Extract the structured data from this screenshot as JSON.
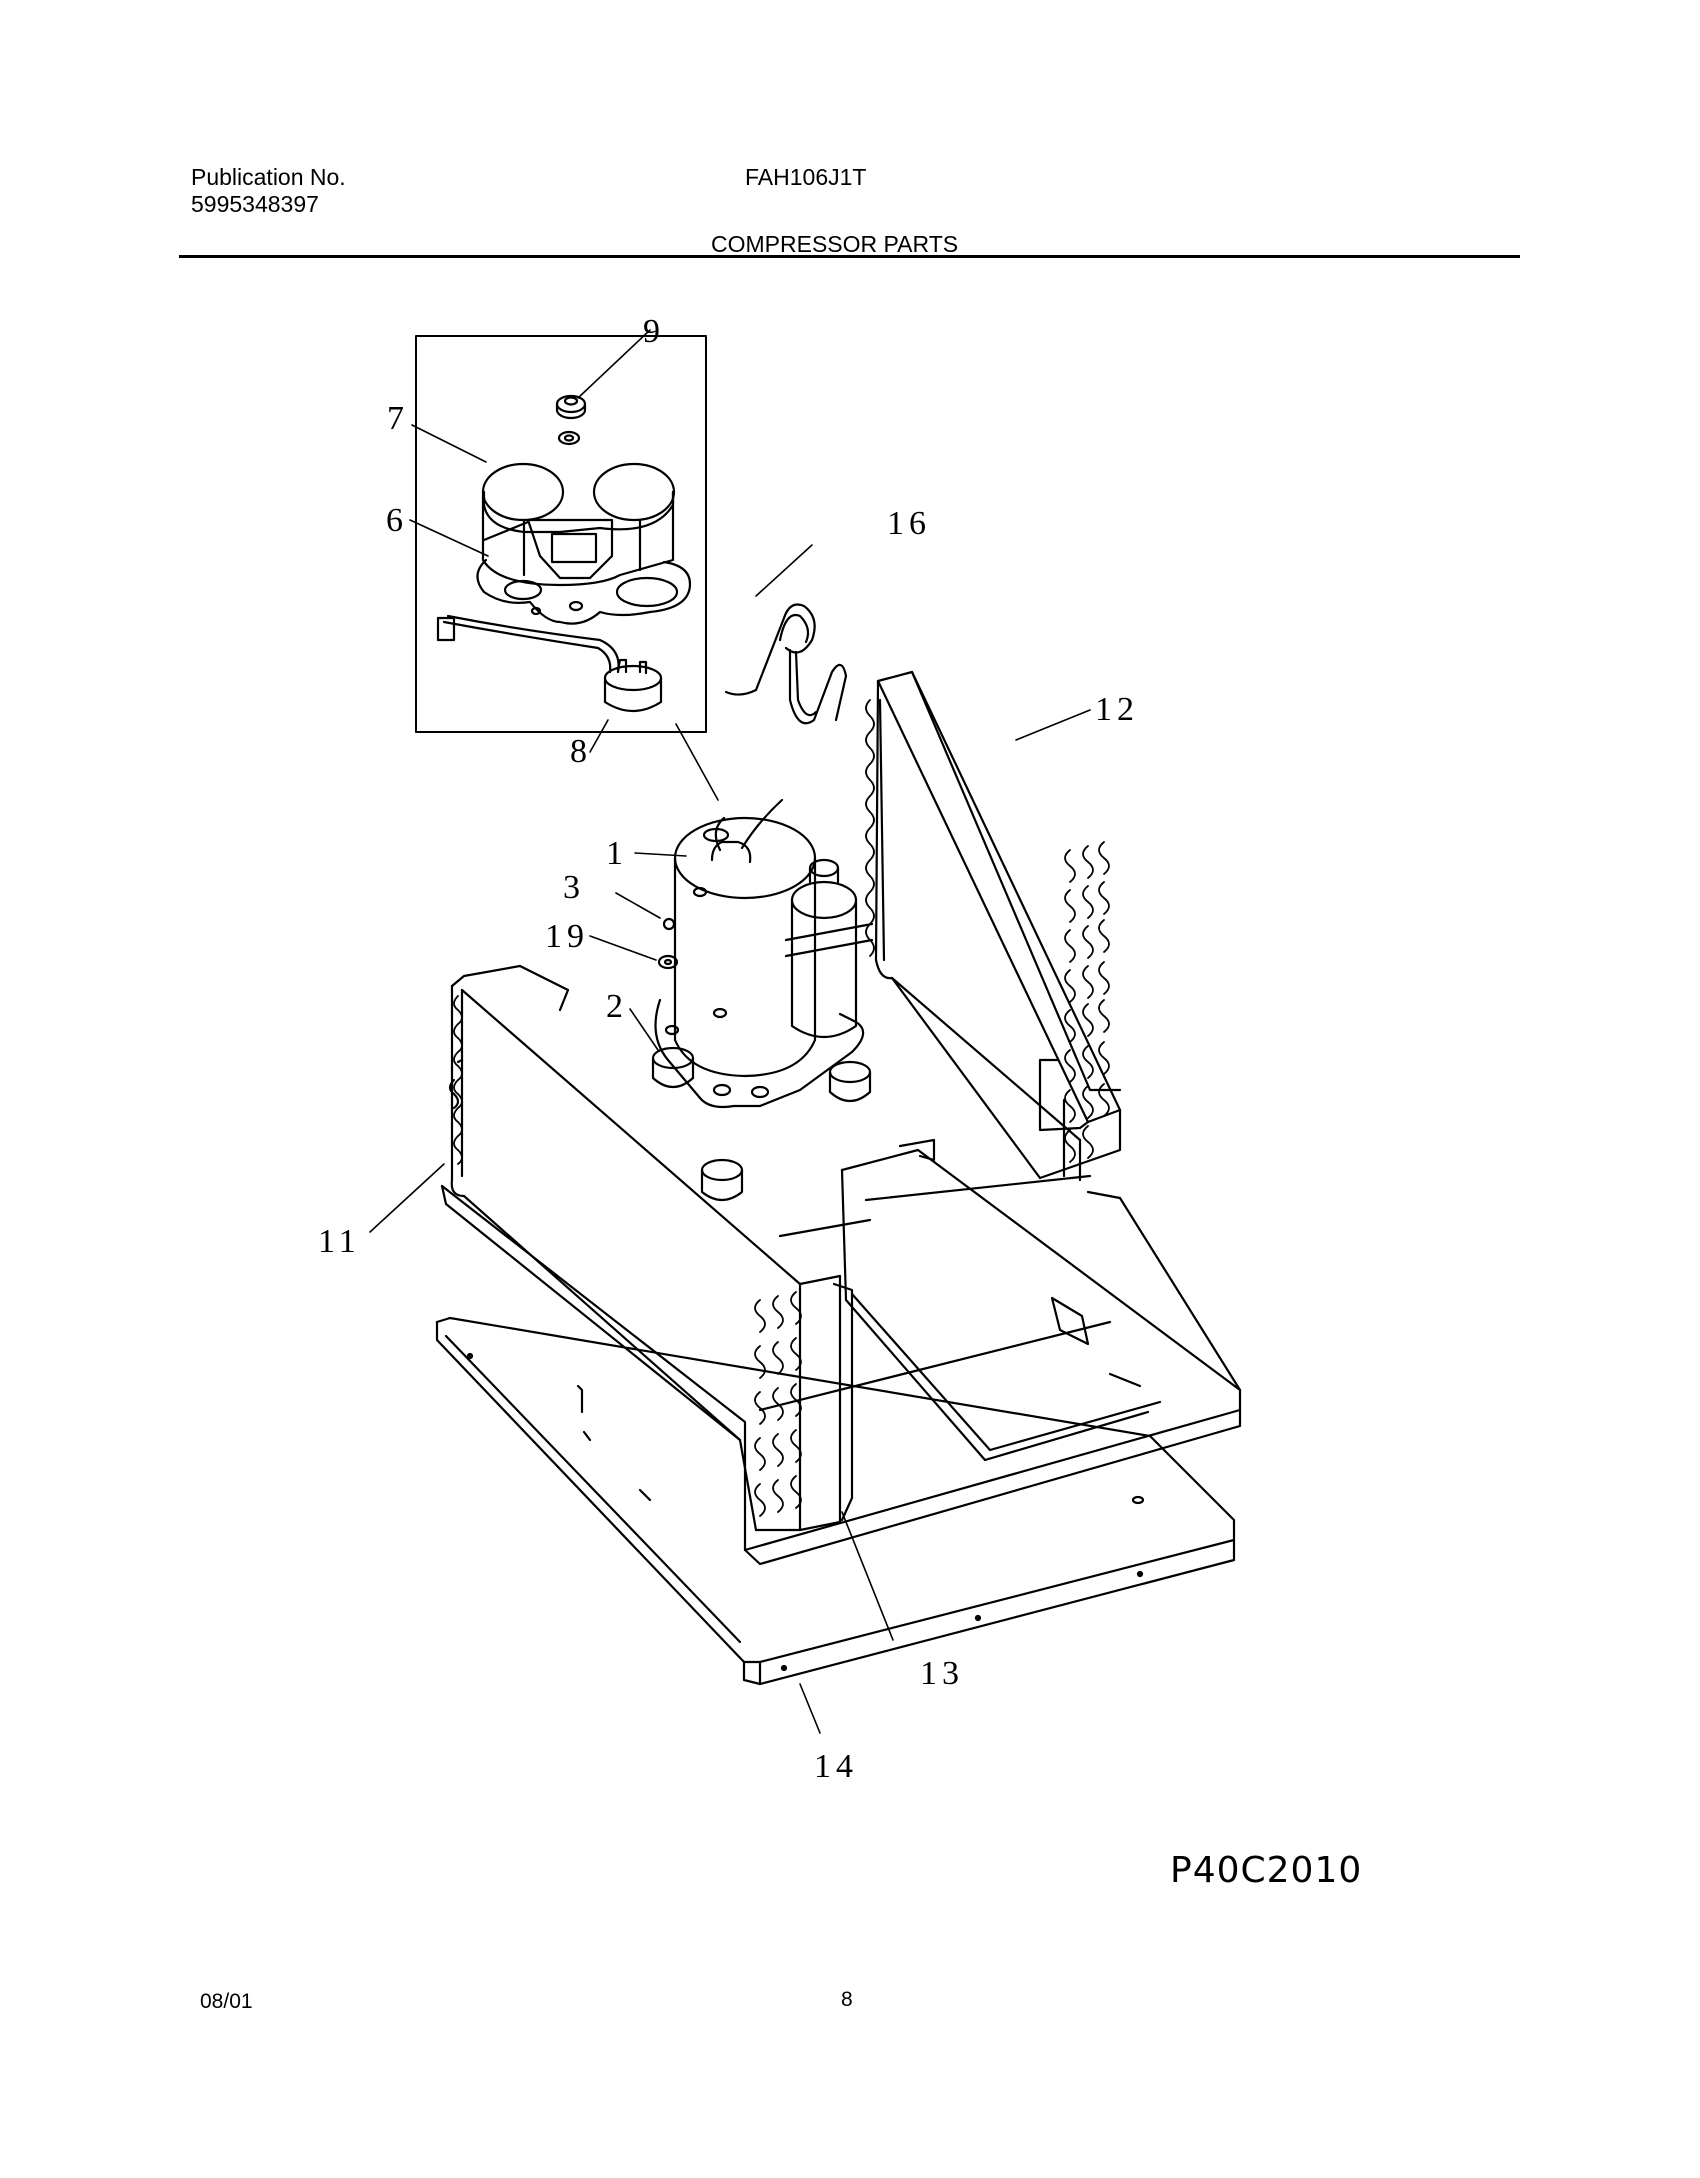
{
  "header": {
    "publication_label": "Publication No.",
    "publication_number": "5995348397",
    "model": "FAH106J1T",
    "section_title": "COMPRESSOR PARTS"
  },
  "callouts": [
    "9",
    "7",
    "6",
    "16",
    "12",
    "8",
    "1",
    "3",
    "19",
    "2",
    "11",
    "13",
    "14"
  ],
  "diagram_code": "P40C2010",
  "footer": {
    "date": "08/01",
    "page": "8"
  }
}
